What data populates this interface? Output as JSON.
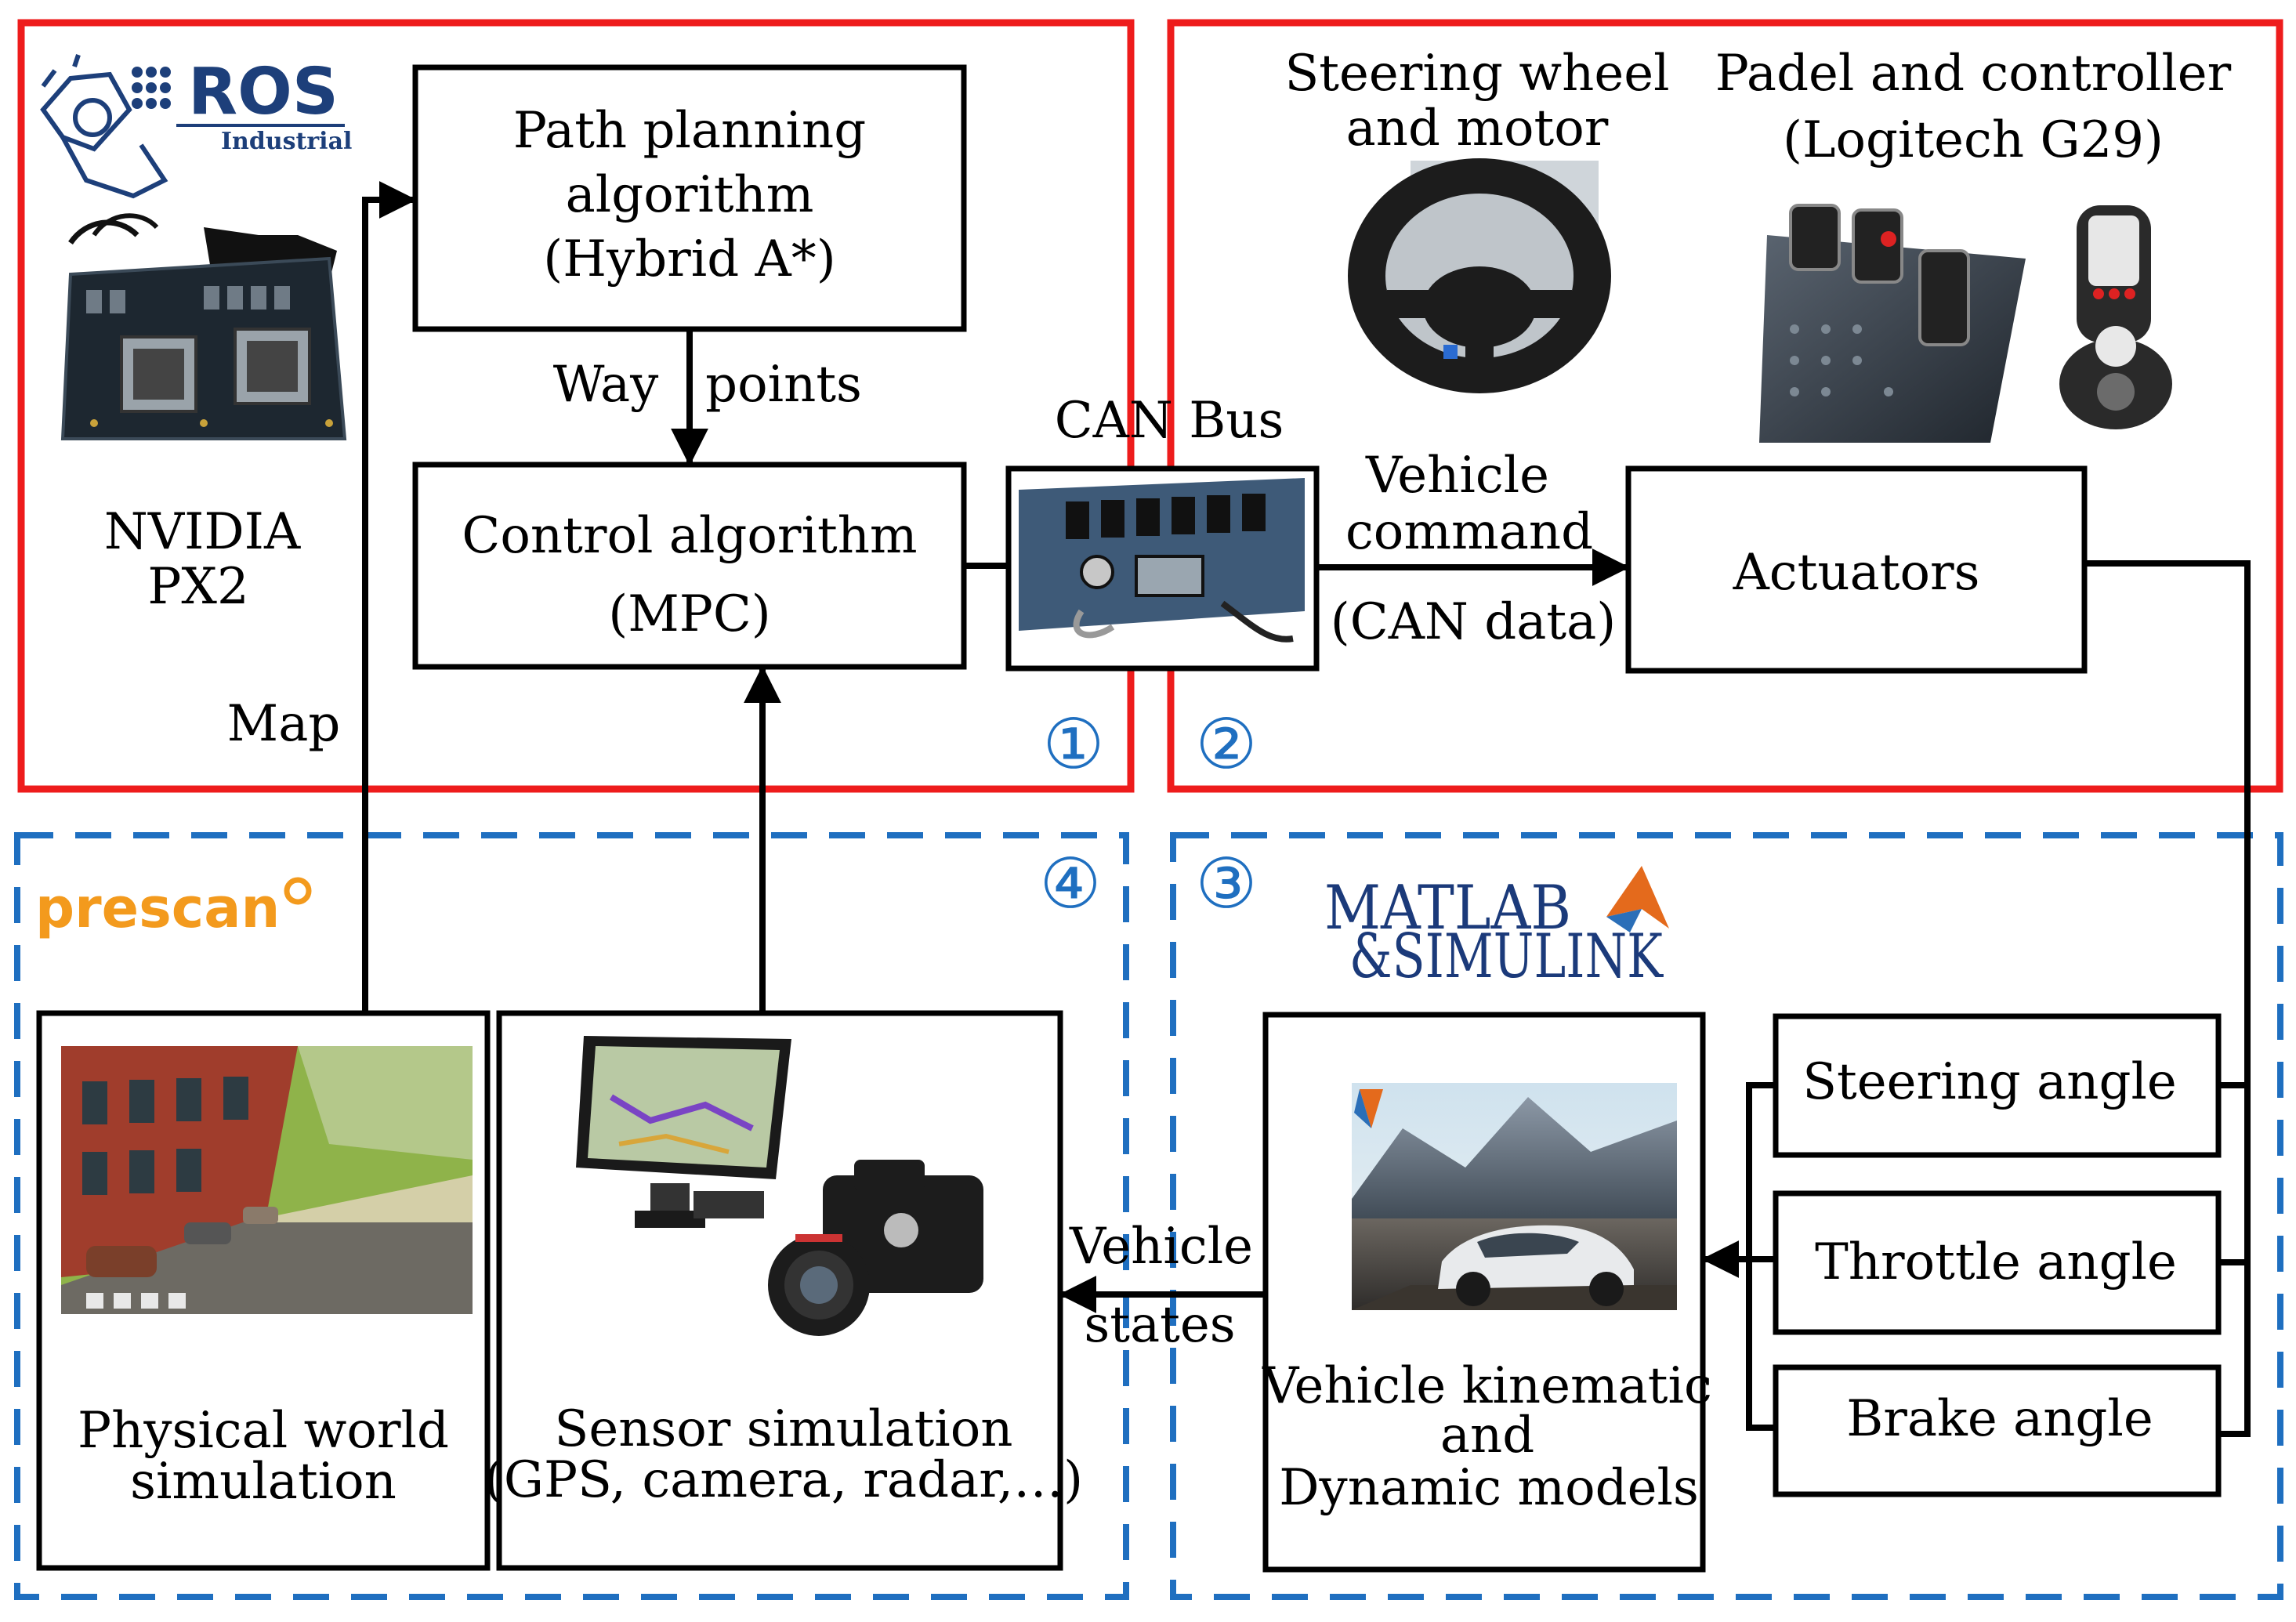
{
  "colors": {
    "red_frame": "#ee1c1c",
    "blue_frame": "#1f6fc0",
    "line": "#000000",
    "prescan_orange": "#f39a1d",
    "ros_blue": "#1d3f7a",
    "matlab_navy": "#1b3a7a"
  },
  "logos": {
    "ros": {
      "main": "ROS",
      "sub": "Industrial"
    },
    "prescan": "prescan",
    "matlab": "MATLAB",
    "simulink": "&SIMULINK"
  },
  "regions": {
    "r1": {
      "number": "①"
    },
    "r2": {
      "number": "②"
    },
    "r3": {
      "number": "③"
    },
    "r4": {
      "number": "④"
    }
  },
  "boxes": {
    "path_planning": [
      "Path planning",
      "algorithm",
      "(Hybrid A*)"
    ],
    "control": [
      "Control algorithm",
      "(MPC)"
    ],
    "actuators": "Actuators",
    "steering_angle": "Steering angle",
    "throttle_angle": "Throttle angle",
    "brake_angle": "Brake angle",
    "physical_world": [
      "Physical world",
      "simulation"
    ],
    "sensor_sim": [
      "Sensor simulation",
      "(GPS, camera, radar,…)"
    ],
    "vehicle_model": [
      "Vehicle kinematic",
      "and",
      "Dynamic models"
    ]
  },
  "labels": {
    "nvidia": [
      "NVIDIA",
      "PX2"
    ],
    "map": "Map",
    "way": "Way",
    "points": "points",
    "can_bus": "CAN Bus",
    "vehicle_command": [
      "Vehicle",
      "command"
    ],
    "can_data": "(CAN data)",
    "vehicle_states": [
      "Vehicle",
      "states"
    ],
    "steering_wheel": [
      "Steering wheel",
      "and motor"
    ],
    "padel": [
      "Padel and controller",
      "(Logitech G29)"
    ]
  },
  "icons": {
    "board": "nvidia-px2-board-image",
    "can_device": "can-bus-device-image",
    "steering": "steering-wheel-image",
    "pedals": "pedal-controller-image",
    "gps": "gps-device-image",
    "camera": "camera-image",
    "street": "street-scene-image",
    "car": "car-image"
  }
}
